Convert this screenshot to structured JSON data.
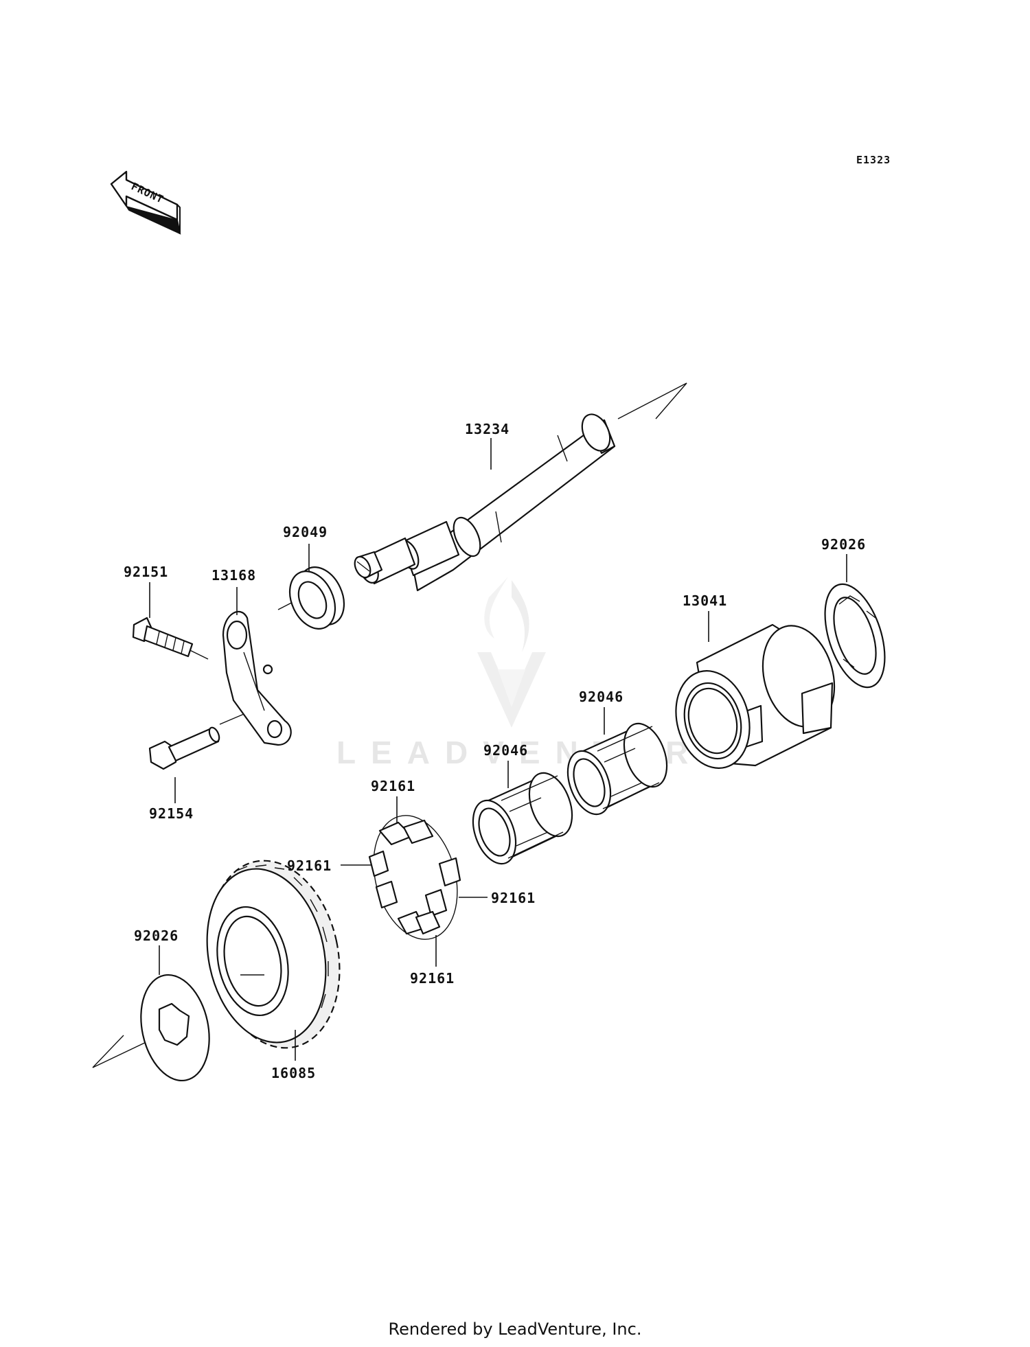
{
  "diagram_code": "E1323",
  "front_label": "FRONT",
  "watermark": "LEADVENTURE",
  "footer": "Rendered by LeadVenture, Inc.",
  "parts": {
    "p13234": "13234",
    "p92049": "92049",
    "p92151": "92151",
    "p13168": "13168",
    "p92154": "92154",
    "p92026_top": "92026",
    "p13041": "13041",
    "p92046_upper": "92046",
    "p92046_lower": "92046",
    "p92161_top": "92161",
    "p92161_left": "92161",
    "p92161_right": "92161",
    "p92161_bottom": "92161",
    "p92026_bottom": "92026",
    "p16085": "16085"
  }
}
